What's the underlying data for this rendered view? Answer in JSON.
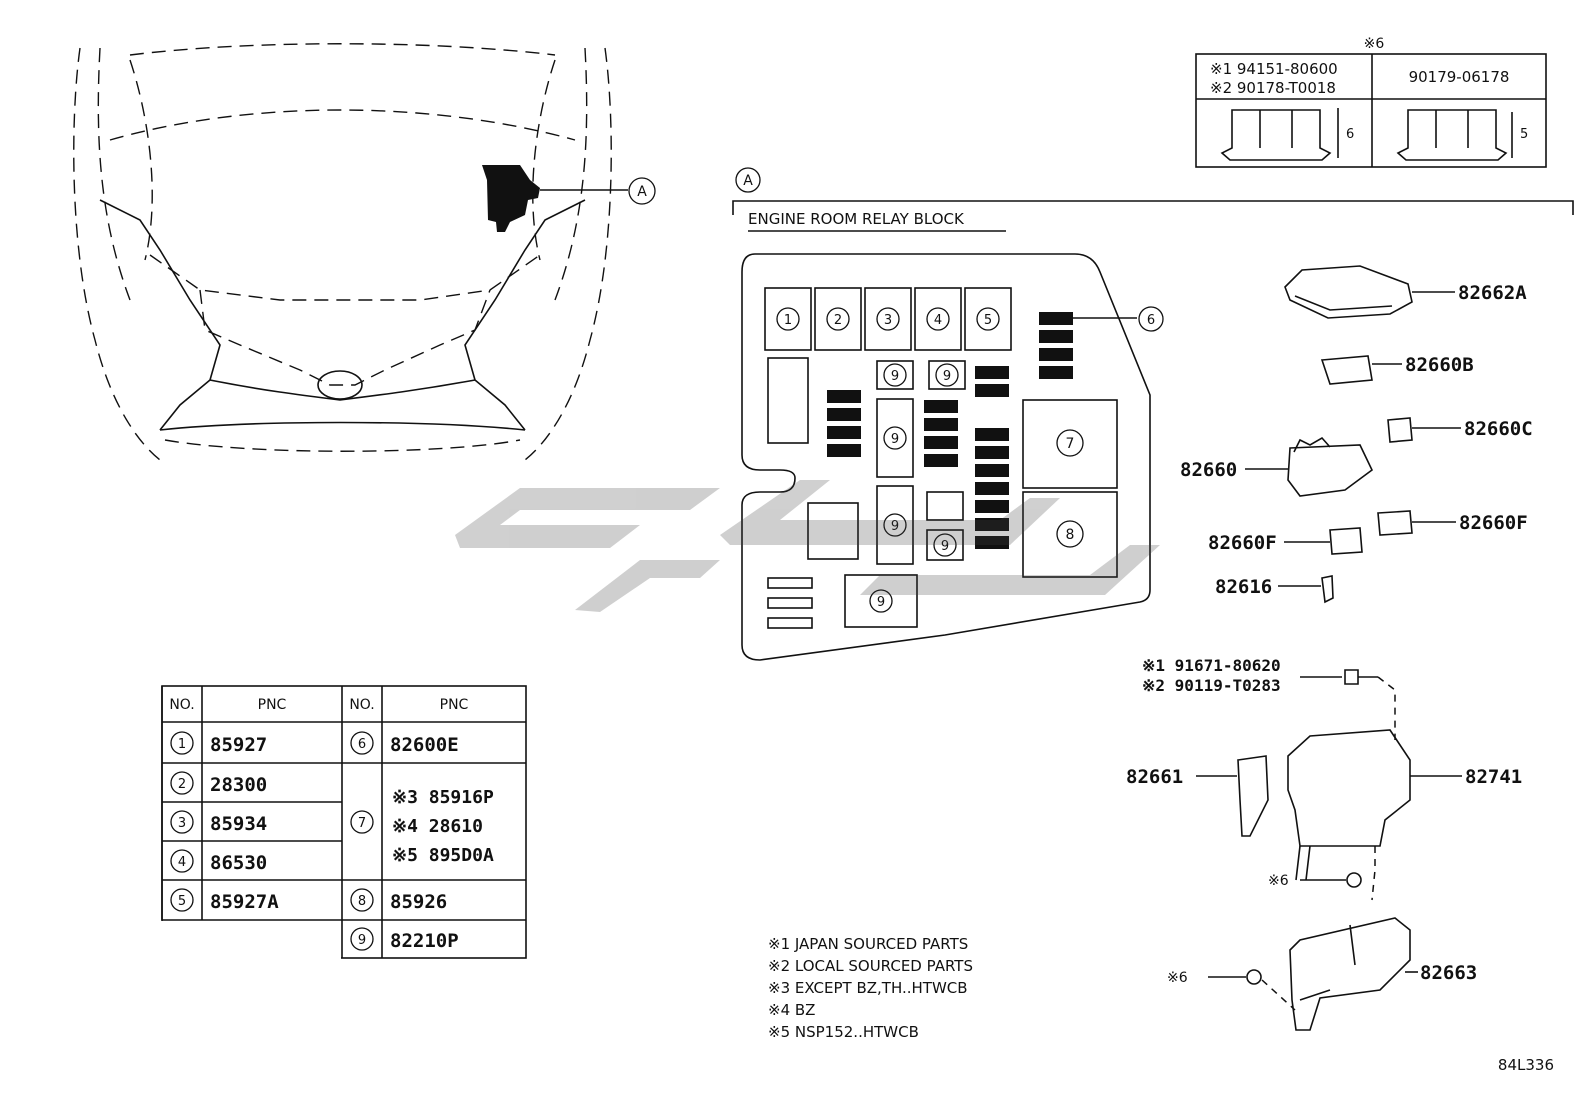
{
  "vehicle": {
    "callout": "A"
  },
  "nut_table": {
    "header_note": "※6",
    "col1": [
      "※1 94151-80600",
      "※2 90178-T0018"
    ],
    "col2": "90179-06178",
    "dim1": "6",
    "dim2": "5"
  },
  "relay_block": {
    "section_marker": "A",
    "title": "ENGINE ROOM RELAY BLOCK",
    "top_numbers": [
      "1",
      "2",
      "3",
      "4",
      "5"
    ],
    "nine": "9",
    "seven": "7",
    "eight": "8",
    "six": "6"
  },
  "parts": {
    "p82662A": "82662A",
    "p82660B": "82660B",
    "p82660C": "82660C",
    "p82660": "82660",
    "p82660F_left": "82660F",
    "p82660F_right": "82660F",
    "p82616": "82616",
    "bolt_1": "※1 91671-80620",
    "bolt_2": "※2 90119-T0283",
    "p82661": "82661",
    "p82741": "82741",
    "nut_a": "※6",
    "nut_b": "※6",
    "p82663": "82663"
  },
  "pnc_table": {
    "headers": [
      "NO.",
      "PNC",
      "NO.",
      "PNC"
    ],
    "left_rows": [
      {
        "no": "1",
        "pnc": "85927"
      },
      {
        "no": "2",
        "pnc": "28300"
      },
      {
        "no": "3",
        "pnc": "85934"
      },
      {
        "no": "4",
        "pnc": "86530"
      },
      {
        "no": "5",
        "pnc": "85927A"
      }
    ],
    "row6": {
      "no": "6",
      "pnc": "82600E"
    },
    "row7": {
      "no": "7",
      "lines": [
        "※3 85916P",
        "※4 28610",
        "※5 895D0A"
      ]
    },
    "row8": {
      "no": "8",
      "pnc": "85926"
    },
    "row9": {
      "no": "9",
      "pnc": "82210P"
    }
  },
  "notes": [
    "※1 JAPAN SOURCED PARTS",
    "※2 LOCAL SOURCED PARTS",
    "※3 EXCEPT BZ,TH..HTWCB",
    "※4 BZ",
    "※5 NSP152..HTWCB"
  ],
  "diagram_code": "84L336"
}
